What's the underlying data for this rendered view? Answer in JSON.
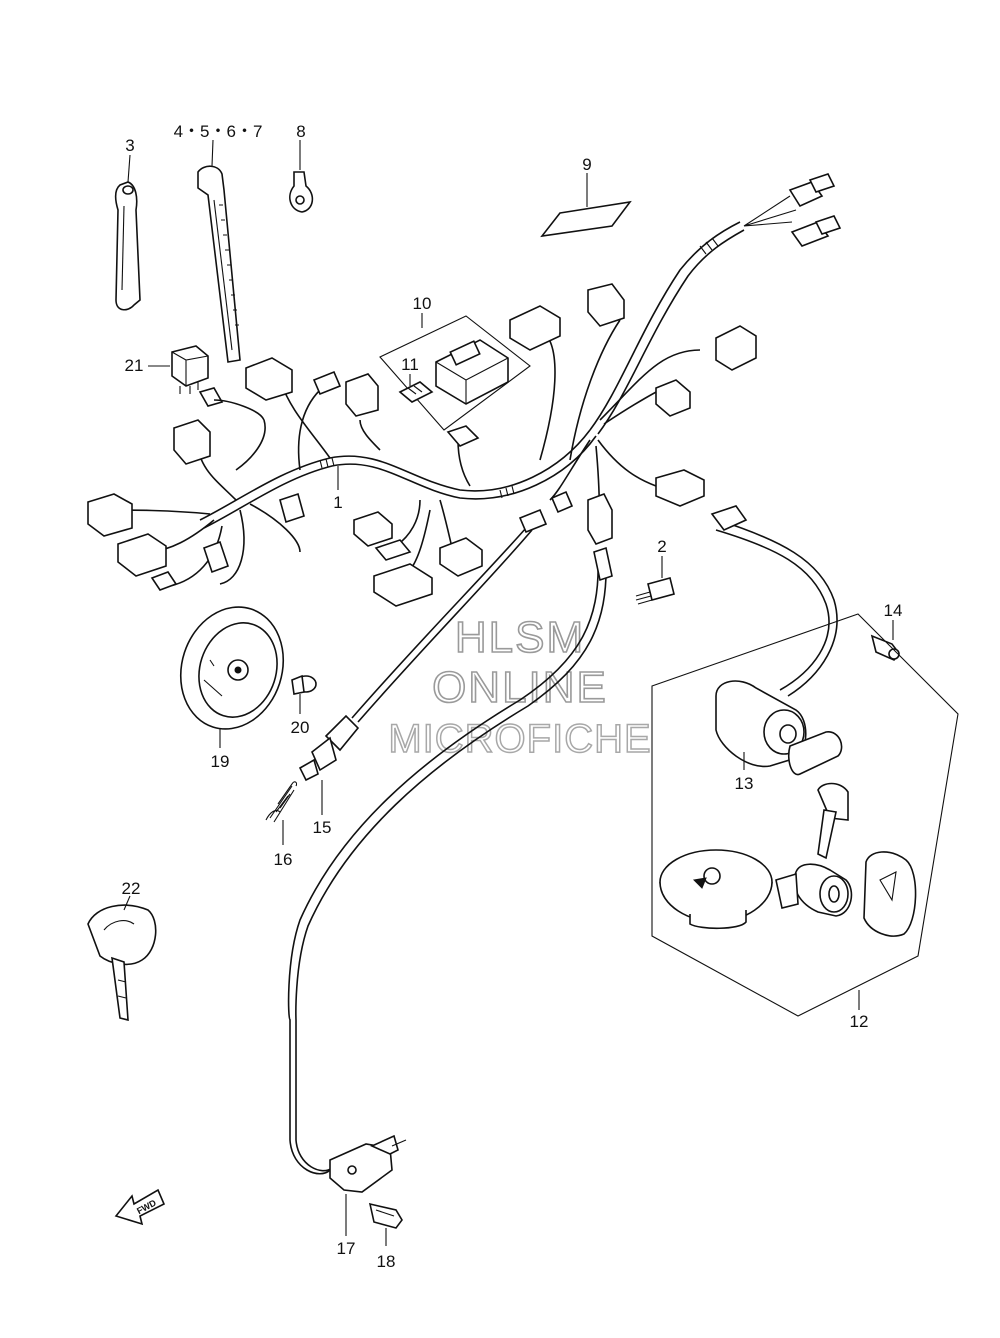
{
  "watermark": {
    "line1": "HLSM",
    "line2": "ONLINE",
    "line3": "MICROFICHE"
  },
  "labels": {
    "p1": "1",
    "p2": "2",
    "p3": "3",
    "p4567": "4・5・6・7",
    "p8": "8",
    "p9": "9",
    "p10": "10",
    "p11": "11",
    "p12": "12",
    "p13": "13",
    "p14": "14",
    "p15": "15",
    "p16": "16",
    "p17": "17",
    "p18": "18",
    "p19": "19",
    "p20": "20",
    "p21": "21",
    "p22": "22"
  },
  "fwd_arrow": "FWD"
}
